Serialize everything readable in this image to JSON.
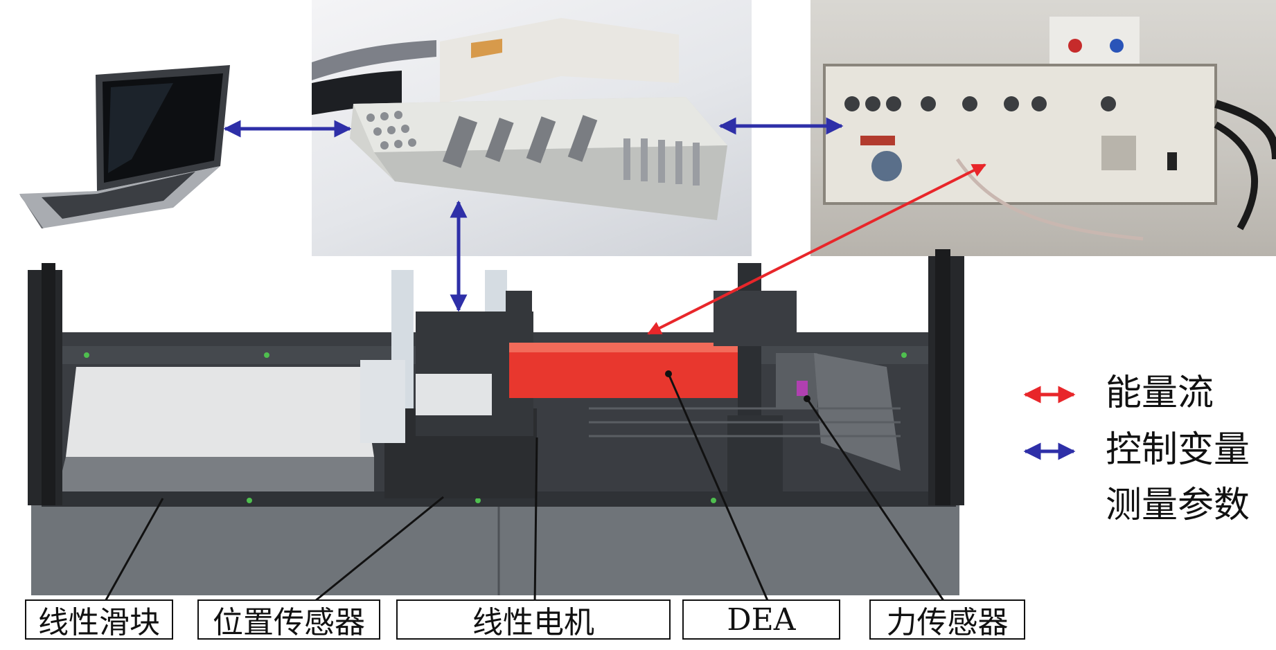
{
  "legend": {
    "energy_flow": "能量流",
    "control_variable": "控制变量",
    "measured_parameter": "测量参数"
  },
  "labels": {
    "linear_slider": "线性滑块",
    "position_sensor": "位置传感器",
    "linear_motor": "线性电机",
    "dea": "DEA",
    "force_sensor": "力传感器"
  },
  "colors": {
    "energy_arrow": "#e8262a",
    "control_arrow": "#2e2fa8",
    "dea_body": "#e8372e",
    "frame": "#2b2d30"
  },
  "icons": {
    "laptop": "laptop-icon",
    "controller": "controller-box-icon",
    "amplifier": "high-voltage-amplifier-icon",
    "test_rig": "test-rig-icon"
  }
}
